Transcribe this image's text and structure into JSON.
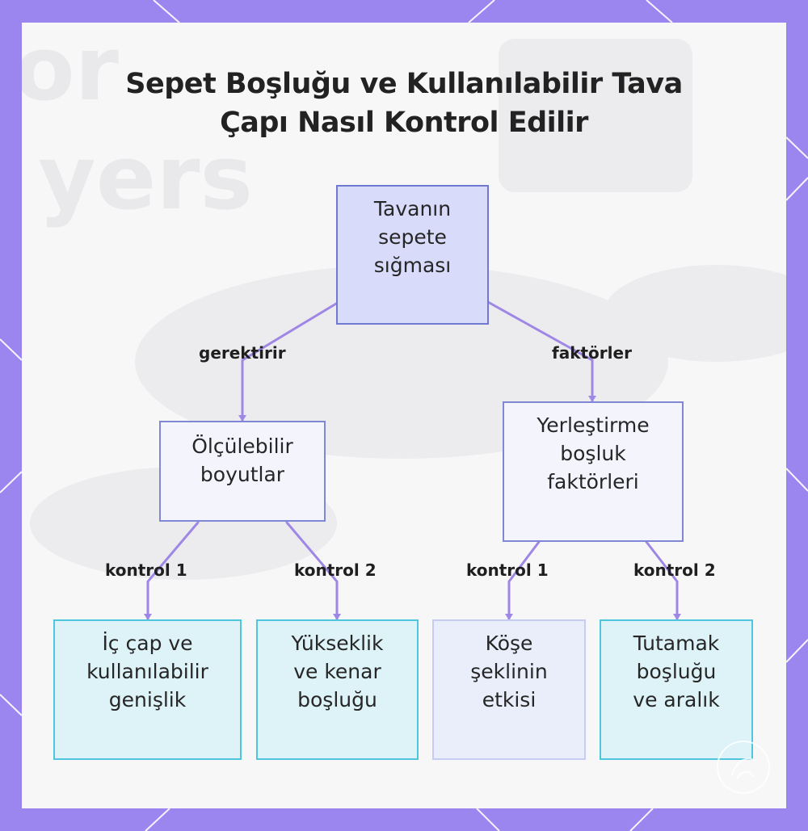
{
  "title": {
    "line1": "Sepet Boşluğu ve Kullanılabilir Tava",
    "line2": "Çapı Nasıl Kontrol Edilir"
  },
  "nodes": {
    "root": {
      "lines": [
        "Tavanın",
        "sepete",
        "sığması"
      ]
    },
    "measurable": {
      "lines": [
        "Ölçülebilir",
        "boyutlar"
      ]
    },
    "placement": {
      "lines": [
        "Yerleştirme",
        "boşluk",
        "faktörleri"
      ]
    },
    "inner_diameter": {
      "lines": [
        "İç çap ve",
        "kullanılabilir",
        "genişlik"
      ]
    },
    "height_clearance": {
      "lines": [
        "Yükseklik",
        "ve kenar",
        "boşluğu"
      ]
    },
    "corner_shape": {
      "lines": [
        "Köşe",
        "şeklinin",
        "etkisi"
      ]
    },
    "handle_clearance": {
      "lines": [
        "Tutamak",
        "boşluğu",
        "ve aralık"
      ]
    }
  },
  "edge_labels": {
    "requires": "gerektirir",
    "factors": "faktörler",
    "check1_left": "kontrol 1",
    "check2_left": "kontrol 2",
    "check1_right": "kontrol 1",
    "check2_right": "kontrol 2"
  },
  "colors": {
    "frame": "#9b85ee",
    "connector": "#9f87e6",
    "root_fill": "#d9dbfb",
    "mid_border": "#8088d6",
    "leaf_fill": "#ddf3f8",
    "leaf_border": "#4ec6de"
  }
}
